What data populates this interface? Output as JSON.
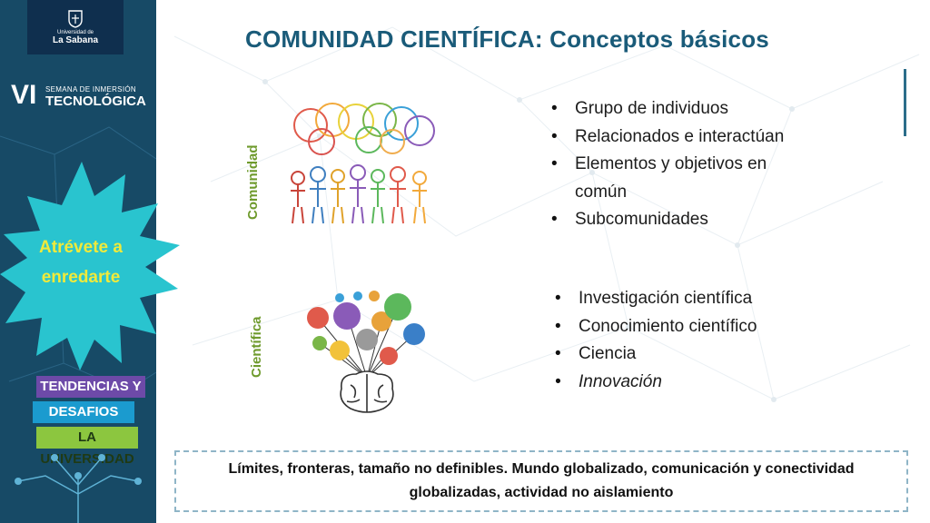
{
  "sidebar": {
    "logo": {
      "line1": "Universidad de",
      "line2": "La Sabana"
    },
    "event": {
      "numeral": "VI",
      "line1": "SEMANA DE INMERSIÓN",
      "line2": "TECNOLÓGICA"
    },
    "burst_text": "Atrévete a enredarte",
    "banners": [
      "TENDENCIAS Y",
      "DESAFIOS PARA",
      "LA UNIVERSIDAD"
    ]
  },
  "slide": {
    "title": "COMUNIDAD CIENTÍFICA: Conceptos básicos",
    "sections": [
      {
        "label": "Comunidad",
        "bullets": [
          "Grupo de individuos",
          "Relacionados e interactúan",
          "Elementos  y objetivos en",
          "común",
          "Subcomunidades"
        ]
      },
      {
        "label": "Científica",
        "bullets": [
          "Investigación científica",
          "Conocimiento científico",
          "Ciencia",
          "Innovación"
        ]
      }
    ],
    "note": "Límites, fronteras, tamaño no definibles. Mundo globalizado, comunicación y conectividad globalizadas, actividad no aislamiento"
  },
  "colors": {
    "sidebar": "#174a66",
    "title": "#1a5b79",
    "label": "#6e9a2c",
    "burst": "#29c4cf",
    "burst_text": "#f0ea3a"
  }
}
